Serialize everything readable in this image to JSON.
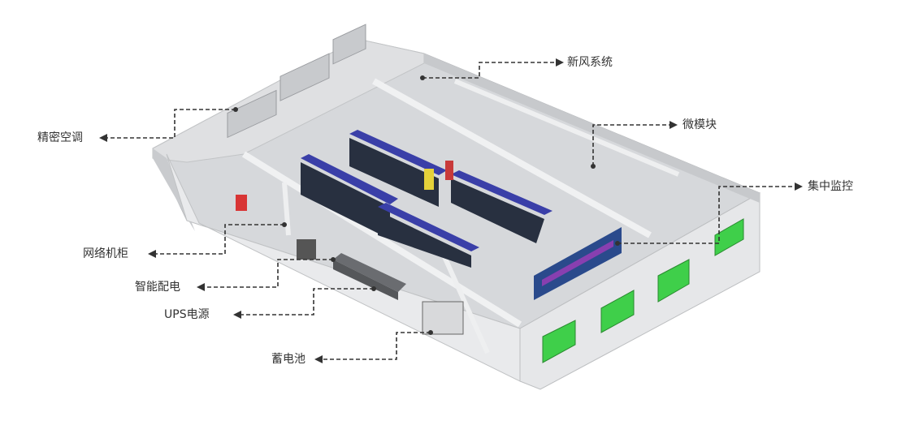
{
  "labels": {
    "fresh_air": "新风系统",
    "micro_module": "微模块",
    "central_monitoring": "集中监控",
    "precision_ac": "精密空调",
    "network_cabinet": "网络机柜",
    "smart_power": "智能配电",
    "ups": "UPS电源",
    "battery": "蓄电池"
  },
  "colors": {
    "wall": "#e4e5e7",
    "floor": "#d3d5d8",
    "rack_blue": "#3a3fa8",
    "window_green": "#3fcf4a",
    "leader": "#333333"
  }
}
